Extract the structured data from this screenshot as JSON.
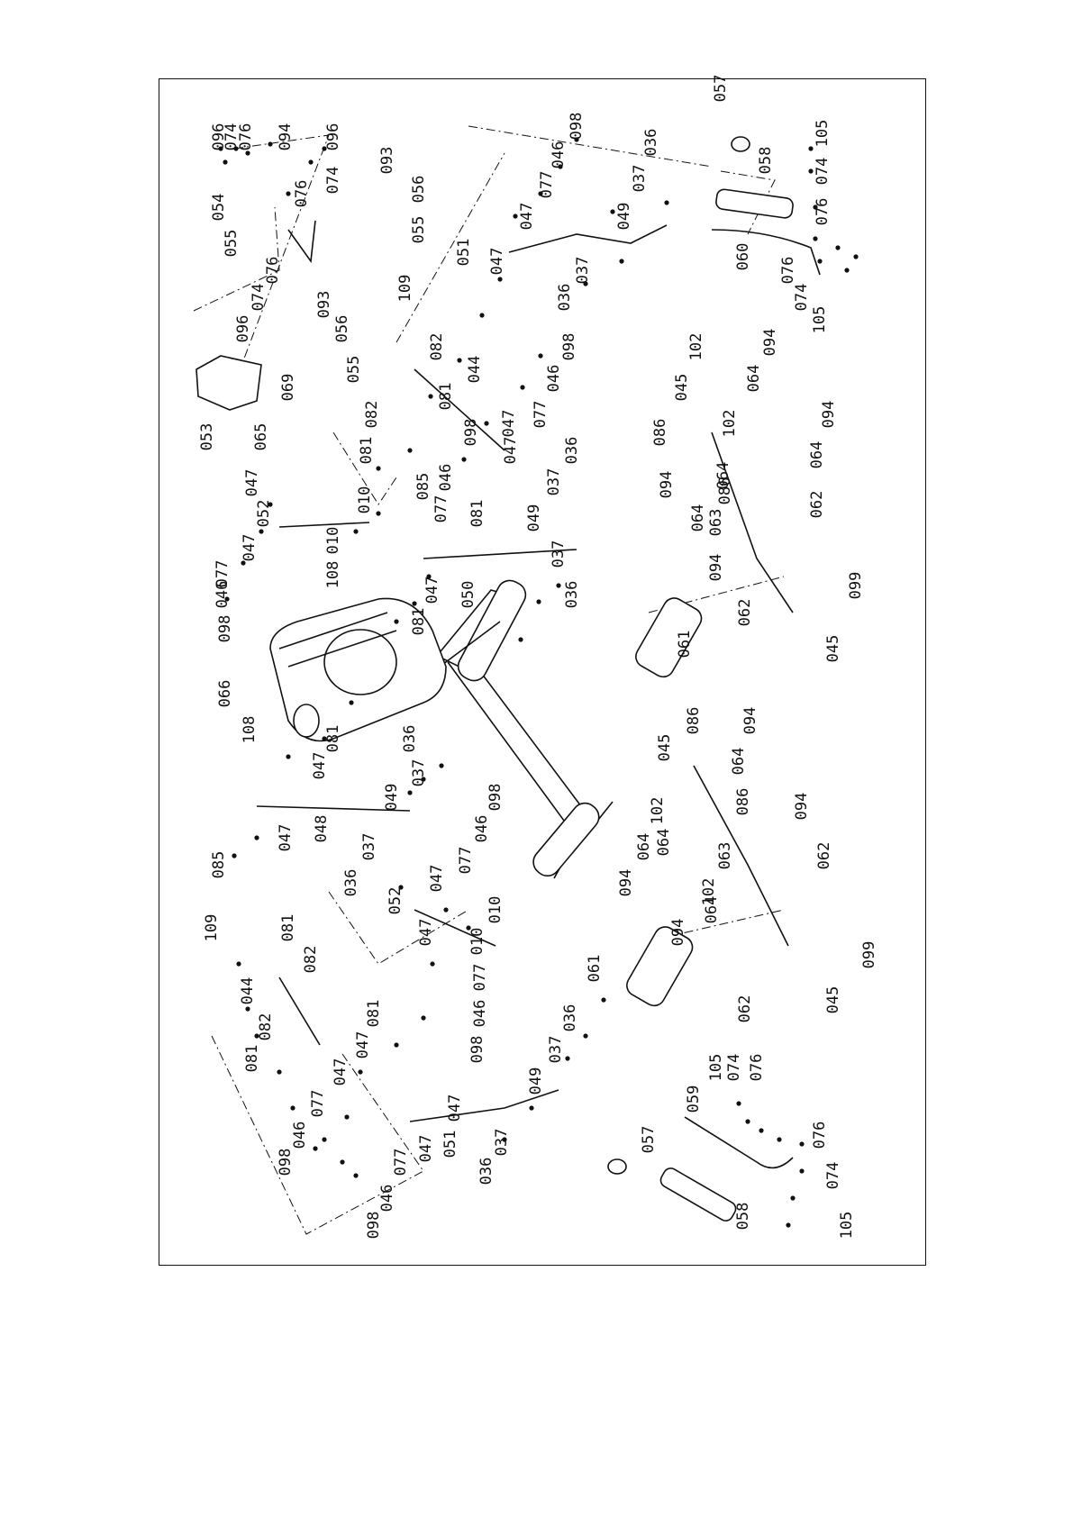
{
  "diagram": {
    "callouts": [
      {
        "id": "c1",
        "text": "096"
      },
      {
        "id": "c2",
        "text": "074"
      },
      {
        "id": "c3",
        "text": "076"
      },
      {
        "id": "c4",
        "text": "094"
      },
      {
        "id": "c5",
        "text": "096"
      },
      {
        "id": "c6",
        "text": "074"
      },
      {
        "id": "c7",
        "text": "076"
      },
      {
        "id": "c8",
        "text": "054"
      },
      {
        "id": "c9",
        "text": "055"
      },
      {
        "id": "c10",
        "text": "076"
      },
      {
        "id": "c11",
        "text": "074"
      },
      {
        "id": "c12",
        "text": "096"
      },
      {
        "id": "c13",
        "text": "093"
      },
      {
        "id": "c14",
        "text": "056"
      },
      {
        "id": "c15",
        "text": "055"
      },
      {
        "id": "c16",
        "text": "093"
      },
      {
        "id": "c17",
        "text": "056"
      },
      {
        "id": "c18",
        "text": "055"
      },
      {
        "id": "c19",
        "text": "098"
      },
      {
        "id": "c20",
        "text": "046"
      },
      {
        "id": "c21",
        "text": "077"
      },
      {
        "id": "c22",
        "text": "047"
      },
      {
        "id": "c23",
        "text": "036"
      },
      {
        "id": "c24",
        "text": "037"
      },
      {
        "id": "c25",
        "text": "049"
      },
      {
        "id": "c26",
        "text": "051"
      },
      {
        "id": "c27",
        "text": "047"
      },
      {
        "id": "c28",
        "text": "037"
      },
      {
        "id": "c29",
        "text": "036"
      },
      {
        "id": "c30",
        "text": "057"
      },
      {
        "id": "c31",
        "text": "058"
      },
      {
        "id": "c32",
        "text": "105"
      },
      {
        "id": "c33",
        "text": "074"
      },
      {
        "id": "c34",
        "text": "076"
      },
      {
        "id": "c35",
        "text": "060"
      },
      {
        "id": "c36",
        "text": "076"
      },
      {
        "id": "c37",
        "text": "074"
      },
      {
        "id": "c38",
        "text": "105"
      },
      {
        "id": "c39",
        "text": "053"
      },
      {
        "id": "c40",
        "text": "065"
      },
      {
        "id": "c41",
        "text": "069"
      },
      {
        "id": "c42",
        "text": "109"
      },
      {
        "id": "c43",
        "text": "082"
      },
      {
        "id": "c44",
        "text": "081"
      },
      {
        "id": "c45",
        "text": "044"
      },
      {
        "id": "c46",
        "text": "082"
      },
      {
        "id": "c47",
        "text": "081"
      },
      {
        "id": "c48",
        "text": "098"
      },
      {
        "id": "c49",
        "text": "046"
      },
      {
        "id": "c50",
        "text": "077"
      },
      {
        "id": "c51",
        "text": "047"
      },
      {
        "id": "c52",
        "text": "098"
      },
      {
        "id": "c53",
        "text": "046"
      },
      {
        "id": "c54",
        "text": "077"
      },
      {
        "id": "c55",
        "text": "010"
      },
      {
        "id": "c56",
        "text": "047"
      },
      {
        "id": "c57",
        "text": "085"
      },
      {
        "id": "c58",
        "text": "081"
      },
      {
        "id": "c59",
        "text": "036"
      },
      {
        "id": "c60",
        "text": "037"
      },
      {
        "id": "c61",
        "text": "049"
      },
      {
        "id": "c62",
        "text": "050"
      },
      {
        "id": "c63",
        "text": "037"
      },
      {
        "id": "c64",
        "text": "036"
      },
      {
        "id": "c65",
        "text": "047"
      },
      {
        "id": "c66",
        "text": "081"
      },
      {
        "id": "c67",
        "text": "108"
      },
      {
        "id": "c68",
        "text": "010"
      },
      {
        "id": "c69",
        "text": "047"
      },
      {
        "id": "c70",
        "text": "052"
      },
      {
        "id": "c71",
        "text": "047"
      },
      {
        "id": "c72",
        "text": "077"
      },
      {
        "id": "c73",
        "text": "046"
      },
      {
        "id": "c74",
        "text": "098"
      },
      {
        "id": "c75",
        "text": "045"
      },
      {
        "id": "c76",
        "text": "102"
      },
      {
        "id": "c77",
        "text": "094"
      },
      {
        "id": "c78",
        "text": "064"
      },
      {
        "id": "c79",
        "text": "086"
      },
      {
        "id": "c80",
        "text": "102"
      },
      {
        "id": "c81",
        "text": "094"
      },
      {
        "id": "c82",
        "text": "064"
      },
      {
        "id": "c83",
        "text": "064"
      },
      {
        "id": "c84",
        "text": "094"
      },
      {
        "id": "c85",
        "text": "063"
      },
      {
        "id": "c86",
        "text": "086"
      },
      {
        "id": "c87",
        "text": "062"
      },
      {
        "id": "c88",
        "text": "064"
      },
      {
        "id": "c89",
        "text": "094"
      },
      {
        "id": "c90",
        "text": "099"
      },
      {
        "id": "c91",
        "text": "062"
      },
      {
        "id": "c92",
        "text": "045"
      },
      {
        "id": "c93",
        "text": "061"
      },
      {
        "id": "c94",
        "text": "066"
      },
      {
        "id": "c95",
        "text": "108"
      },
      {
        "id": "c96",
        "text": "081"
      },
      {
        "id": "c97",
        "text": "047"
      },
      {
        "id": "c98",
        "text": "036"
      },
      {
        "id": "c99",
        "text": "037"
      },
      {
        "id": "c100",
        "text": "049"
      },
      {
        "id": "c101",
        "text": "048"
      },
      {
        "id": "c102",
        "text": "047"
      },
      {
        "id": "c103",
        "text": "085"
      },
      {
        "id": "c104",
        "text": "037"
      },
      {
        "id": "c105",
        "text": "036"
      },
      {
        "id": "c106",
        "text": "098"
      },
      {
        "id": "c107",
        "text": "046"
      },
      {
        "id": "c108",
        "text": "077"
      },
      {
        "id": "c109",
        "text": "047"
      },
      {
        "id": "c110",
        "text": "052"
      },
      {
        "id": "c111",
        "text": "047"
      },
      {
        "id": "c112",
        "text": "010"
      },
      {
        "id": "c113",
        "text": "010"
      },
      {
        "id": "c114",
        "text": "077"
      },
      {
        "id": "c115",
        "text": "046"
      },
      {
        "id": "c116",
        "text": "098"
      },
      {
        "id": "c117",
        "text": "109"
      },
      {
        "id": "c118",
        "text": "081"
      },
      {
        "id": "c119",
        "text": "082"
      },
      {
        "id": "c120",
        "text": "044"
      },
      {
        "id": "c121",
        "text": "082"
      },
      {
        "id": "c122",
        "text": "081"
      },
      {
        "id": "c123",
        "text": "081"
      },
      {
        "id": "c124",
        "text": "047"
      },
      {
        "id": "c125",
        "text": "047"
      },
      {
        "id": "c126",
        "text": "077"
      },
      {
        "id": "c127",
        "text": "046"
      },
      {
        "id": "c128",
        "text": "098"
      },
      {
        "id": "c129",
        "text": "036"
      },
      {
        "id": "c130",
        "text": "037"
      },
      {
        "id": "c131",
        "text": "049"
      },
      {
        "id": "c132",
        "text": "047"
      },
      {
        "id": "c133",
        "text": "051"
      },
      {
        "id": "c134",
        "text": "047"
      },
      {
        "id": "c135",
        "text": "077"
      },
      {
        "id": "c136",
        "text": "046"
      },
      {
        "id": "c137",
        "text": "098"
      },
      {
        "id": "c138",
        "text": "037"
      },
      {
        "id": "c139",
        "text": "036"
      },
      {
        "id": "c140",
        "text": "045"
      },
      {
        "id": "c141",
        "text": "086"
      },
      {
        "id": "c142",
        "text": "094"
      },
      {
        "id": "c143",
        "text": "064"
      },
      {
        "id": "c144",
        "text": "102"
      },
      {
        "id": "c145",
        "text": "064"
      },
      {
        "id": "c146",
        "text": "086"
      },
      {
        "id": "c147",
        "text": "094"
      },
      {
        "id": "c148",
        "text": "094"
      },
      {
        "id": "c149",
        "text": "064"
      },
      {
        "id": "c150",
        "text": "063"
      },
      {
        "id": "c151",
        "text": "102"
      },
      {
        "id": "c152",
        "text": "064"
      },
      {
        "id": "c153",
        "text": "062"
      },
      {
        "id": "c154",
        "text": "094"
      },
      {
        "id": "c155",
        "text": "099"
      },
      {
        "id": "c156",
        "text": "062"
      },
      {
        "id": "c157",
        "text": "045"
      },
      {
        "id": "c158",
        "text": "061"
      },
      {
        "id": "c159",
        "text": "057"
      },
      {
        "id": "c160",
        "text": "059"
      },
      {
        "id": "c161",
        "text": "105"
      },
      {
        "id": "c162",
        "text": "074"
      },
      {
        "id": "c163",
        "text": "076"
      },
      {
        "id": "c164",
        "text": "058"
      },
      {
        "id": "c165",
        "text": "076"
      },
      {
        "id": "c166",
        "text": "074"
      },
      {
        "id": "c167",
        "text": "105"
      }
    ]
  }
}
